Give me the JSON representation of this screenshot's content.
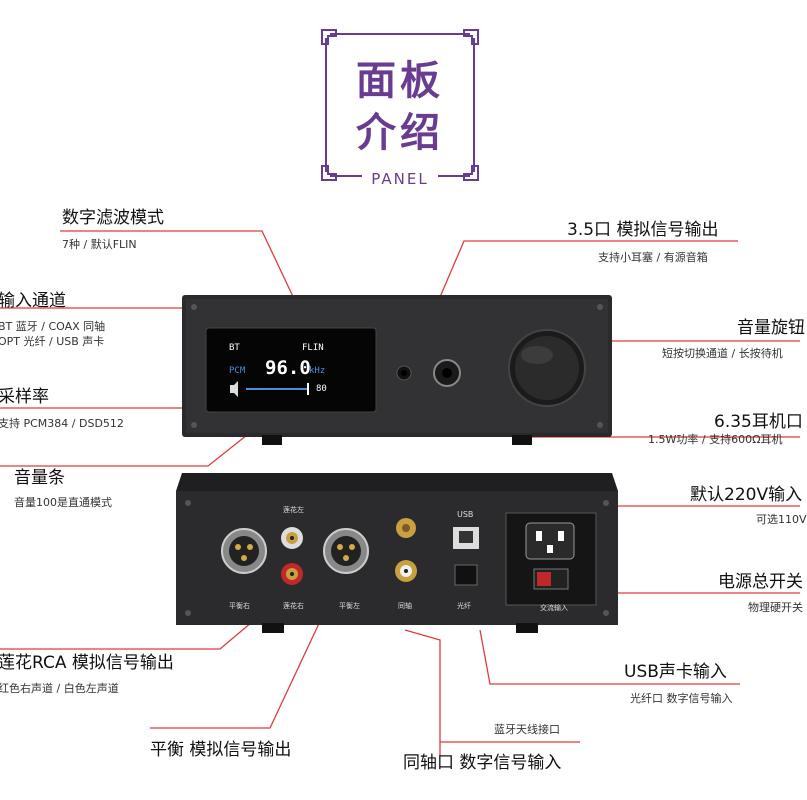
{
  "header": {
    "title_line1": "面板",
    "title_line2": "介绍",
    "subtitle": "PANEL"
  },
  "front": {
    "display": {
      "bt": "BT",
      "filter": "FLIN",
      "pcm": "PCM",
      "rate": "96.0",
      "unit": "kHz",
      "vol": "80"
    },
    "volume_level": 0.8
  },
  "back": {
    "labels": {
      "balance_right": "平衡右",
      "rca_left_top": "莲花左",
      "rca_right_bottom": "莲花右",
      "balance_left": "平衡左",
      "coax": "同轴",
      "usb": "USB",
      "optical": "光纤",
      "ac_input": "交流输入"
    }
  },
  "callouts": {
    "filter_mode": {
      "title": "数字滤波模式",
      "sub": "7种 / 默认FLIN"
    },
    "input_channel": {
      "title": "输入通道",
      "sub1": "BT 蓝牙 / COAX 同轴",
      "sub2": "OPT 光纤 / USB 声卡"
    },
    "sample_rate": {
      "title": "采样率",
      "sub": "支持 PCM384 / DSD512"
    },
    "volume_bar": {
      "title": "音量条",
      "sub": "音量100是直通模式"
    },
    "jack35": {
      "title": "3.5口 模拟信号输出",
      "sub": "支持小耳塞 / 有源音箱"
    },
    "volume_knob": {
      "title": "音量旋钮",
      "sub": "短按切换通道 / 长按待机"
    },
    "jack635": {
      "title": "6.35耳机口",
      "sub": "1.5W功率 / 支持600Ω耳机"
    },
    "ac220": {
      "title": "默认220V输入",
      "sub": "可选110V"
    },
    "power_switch": {
      "title": "电源总开关",
      "sub": "物理硬开关"
    },
    "rca": {
      "title": "莲花RCA 模拟信号输出",
      "sub": "红色右声道 / 白色左声道"
    },
    "usb_card": {
      "title": "USB声卡输入",
      "sub": "光纤口 数字信号输入"
    },
    "balanced": {
      "title": "平衡 模拟信号输出"
    },
    "bt_antenna": {
      "sub": "蓝牙天线接口"
    },
    "coax_in": {
      "title": "同轴口 数字信号输入"
    }
  }
}
